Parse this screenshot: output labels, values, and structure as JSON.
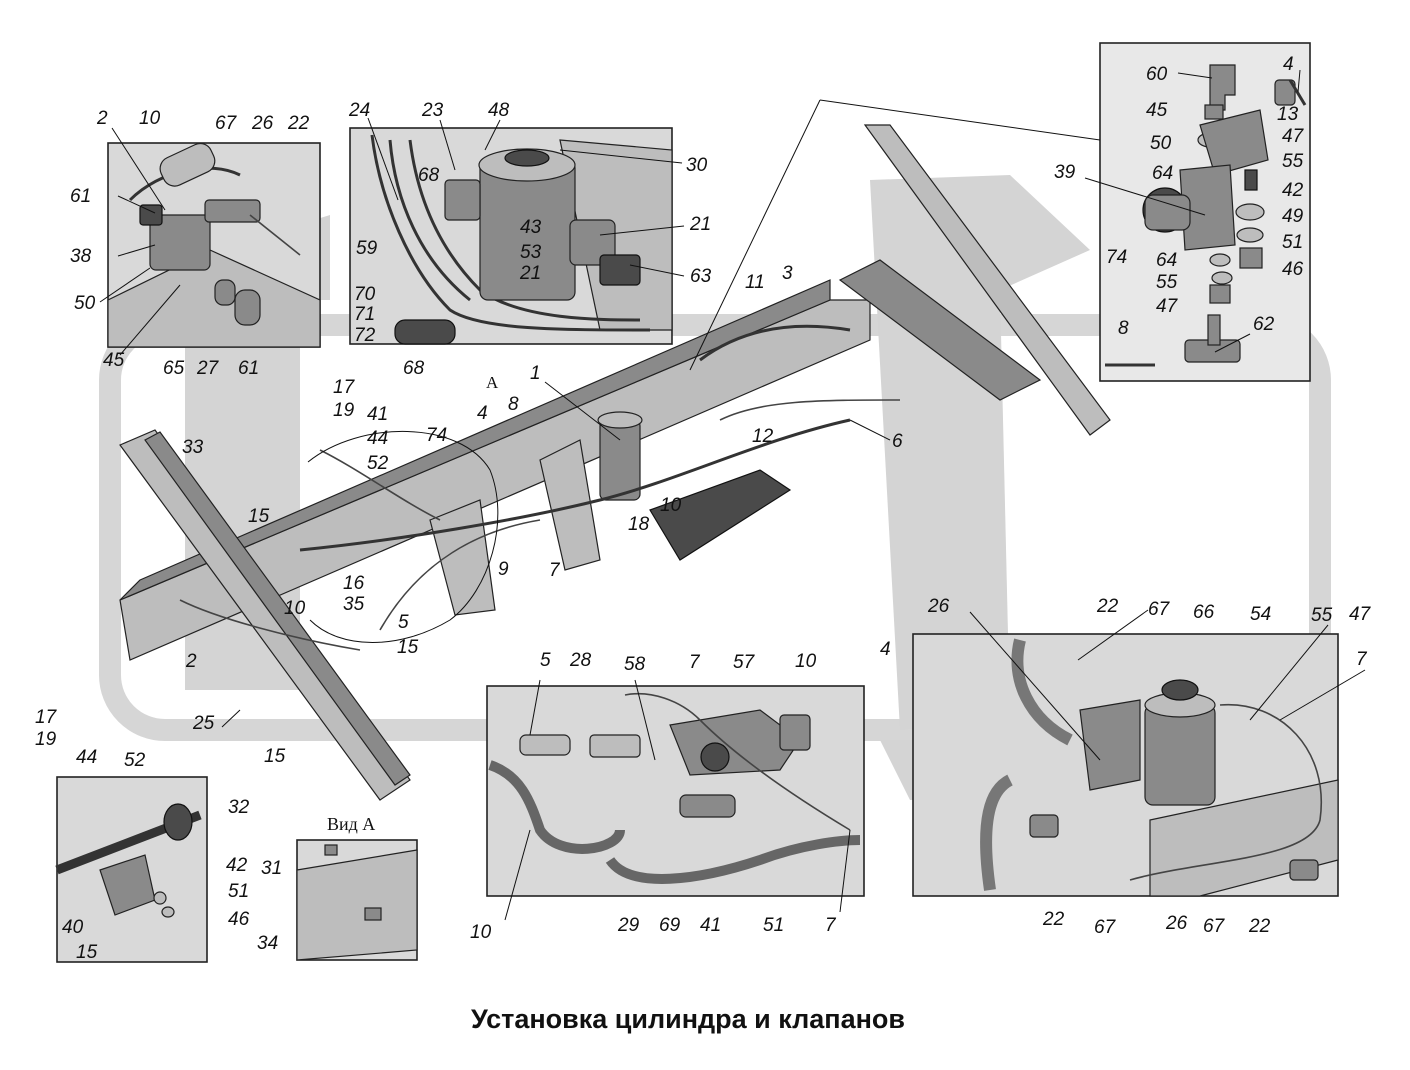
{
  "caption": "Установка цилиндра и клапанов",
  "view_label": "Вид А",
  "main_arrow_label": "А",
  "watermark": {
    "colors": {
      "mark": "#d4d4d4"
    }
  },
  "labels": {
    "i1_2": "2",
    "i1_10": "10",
    "i1_67": "67",
    "i1_26": "26",
    "i1_22": "22",
    "i1_61a": "61",
    "i1_38": "38",
    "i1_50": "50",
    "i1_45": "45",
    "i1_65": "65",
    "i1_27": "27",
    "i1_61b": "61",
    "i2_24": "24",
    "i2_23": "23",
    "i2_48": "48",
    "i2_30": "30",
    "i2_68a": "68",
    "i2_43": "43",
    "i2_21a": "21",
    "i2_53": "53",
    "i2_21b": "21",
    "i2_59": "59",
    "i2_63": "63",
    "i2_70": "70",
    "i2_71": "71",
    "i2_72": "72",
    "i2_68b": "68",
    "i3_60": "60",
    "i3_4": "4",
    "i3_45": "45",
    "i3_13": "13",
    "i3_47a": "47",
    "i3_50": "50",
    "i3_55a": "55",
    "i3_39": "39",
    "i3_64a": "64",
    "i3_42": "42",
    "i3_49": "49",
    "i3_74": "74",
    "i3_51": "51",
    "i3_64b": "64",
    "i3_46": "46",
    "i3_55b": "55",
    "i3_47b": "47",
    "i3_8": "8",
    "i3_62": "62",
    "m_1": "1",
    "m_11": "11",
    "m_3": "3",
    "m_17": "17",
    "m_19": "19",
    "m_41": "41",
    "m_44": "44",
    "m_52": "52",
    "m_74": "74",
    "m_4": "4",
    "m_8": "8",
    "m_33": "33",
    "m_12": "12",
    "m_6": "6",
    "m_10a": "10",
    "m_18": "18",
    "m_15a": "15",
    "m_16": "16",
    "m_9": "9",
    "m_7": "7",
    "m_10b": "10",
    "m_35": "35",
    "m_5": "5",
    "m_15b": "15",
    "m_2": "2",
    "m_25": "25",
    "m_15c": "15",
    "i4_17": "17",
    "i4_19": "19",
    "i4_44": "44",
    "i4_52": "52",
    "i4_32": "32",
    "i4_42": "42",
    "i4_51": "51",
    "i4_40": "40",
    "i4_46": "46",
    "i4_15": "15",
    "i5_31": "31",
    "i5_34": "34",
    "i6_5": "5",
    "i6_28": "28",
    "i6_58": "58",
    "i6_7a": "7",
    "i6_57": "57",
    "i6_10a": "10",
    "i6_10b": "10",
    "i6_29": "29",
    "i6_69": "69",
    "i6_41": "41",
    "i6_51": "51",
    "i6_7b": "7",
    "i7_26a": "26",
    "i7_22a": "22",
    "i7_67a": "67",
    "i7_66": "66",
    "i7_54": "54",
    "i7_55": "55",
    "i7_47": "47",
    "i7_4": "4",
    "i7_7": "7",
    "i7_22b": "22",
    "i7_67b": "67",
    "i7_26b": "26",
    "i7_67c": "67",
    "i7_22c": "22"
  }
}
